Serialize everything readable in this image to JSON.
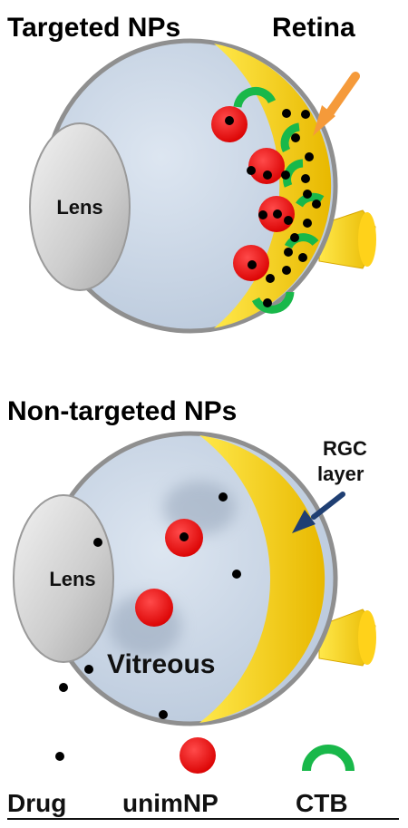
{
  "panels": {
    "targeted": {
      "title": "Targeted NPs",
      "retina_label": "Retina",
      "lens_label": "Lens"
    },
    "non_targeted": {
      "title": "Non-targeted NPs",
      "rgc_label_line1": "RGC",
      "rgc_label_line2": "layer",
      "lens_label": "Lens",
      "vitreous_label": "Vitreous"
    }
  },
  "legend": {
    "drug": "Drug",
    "nanoparticle": "unimNP",
    "ctb": "CTB"
  },
  "colors": {
    "vitreous": "#c9d6e6",
    "lens": "#cfcfcf",
    "retina": "#f5d800",
    "nanoparticle": "#e30b0b",
    "ctb": "#19b84a",
    "drug": "#000000",
    "retina_arrow": "#f59a3a",
    "rgc_arrow": "#1f3f73"
  }
}
